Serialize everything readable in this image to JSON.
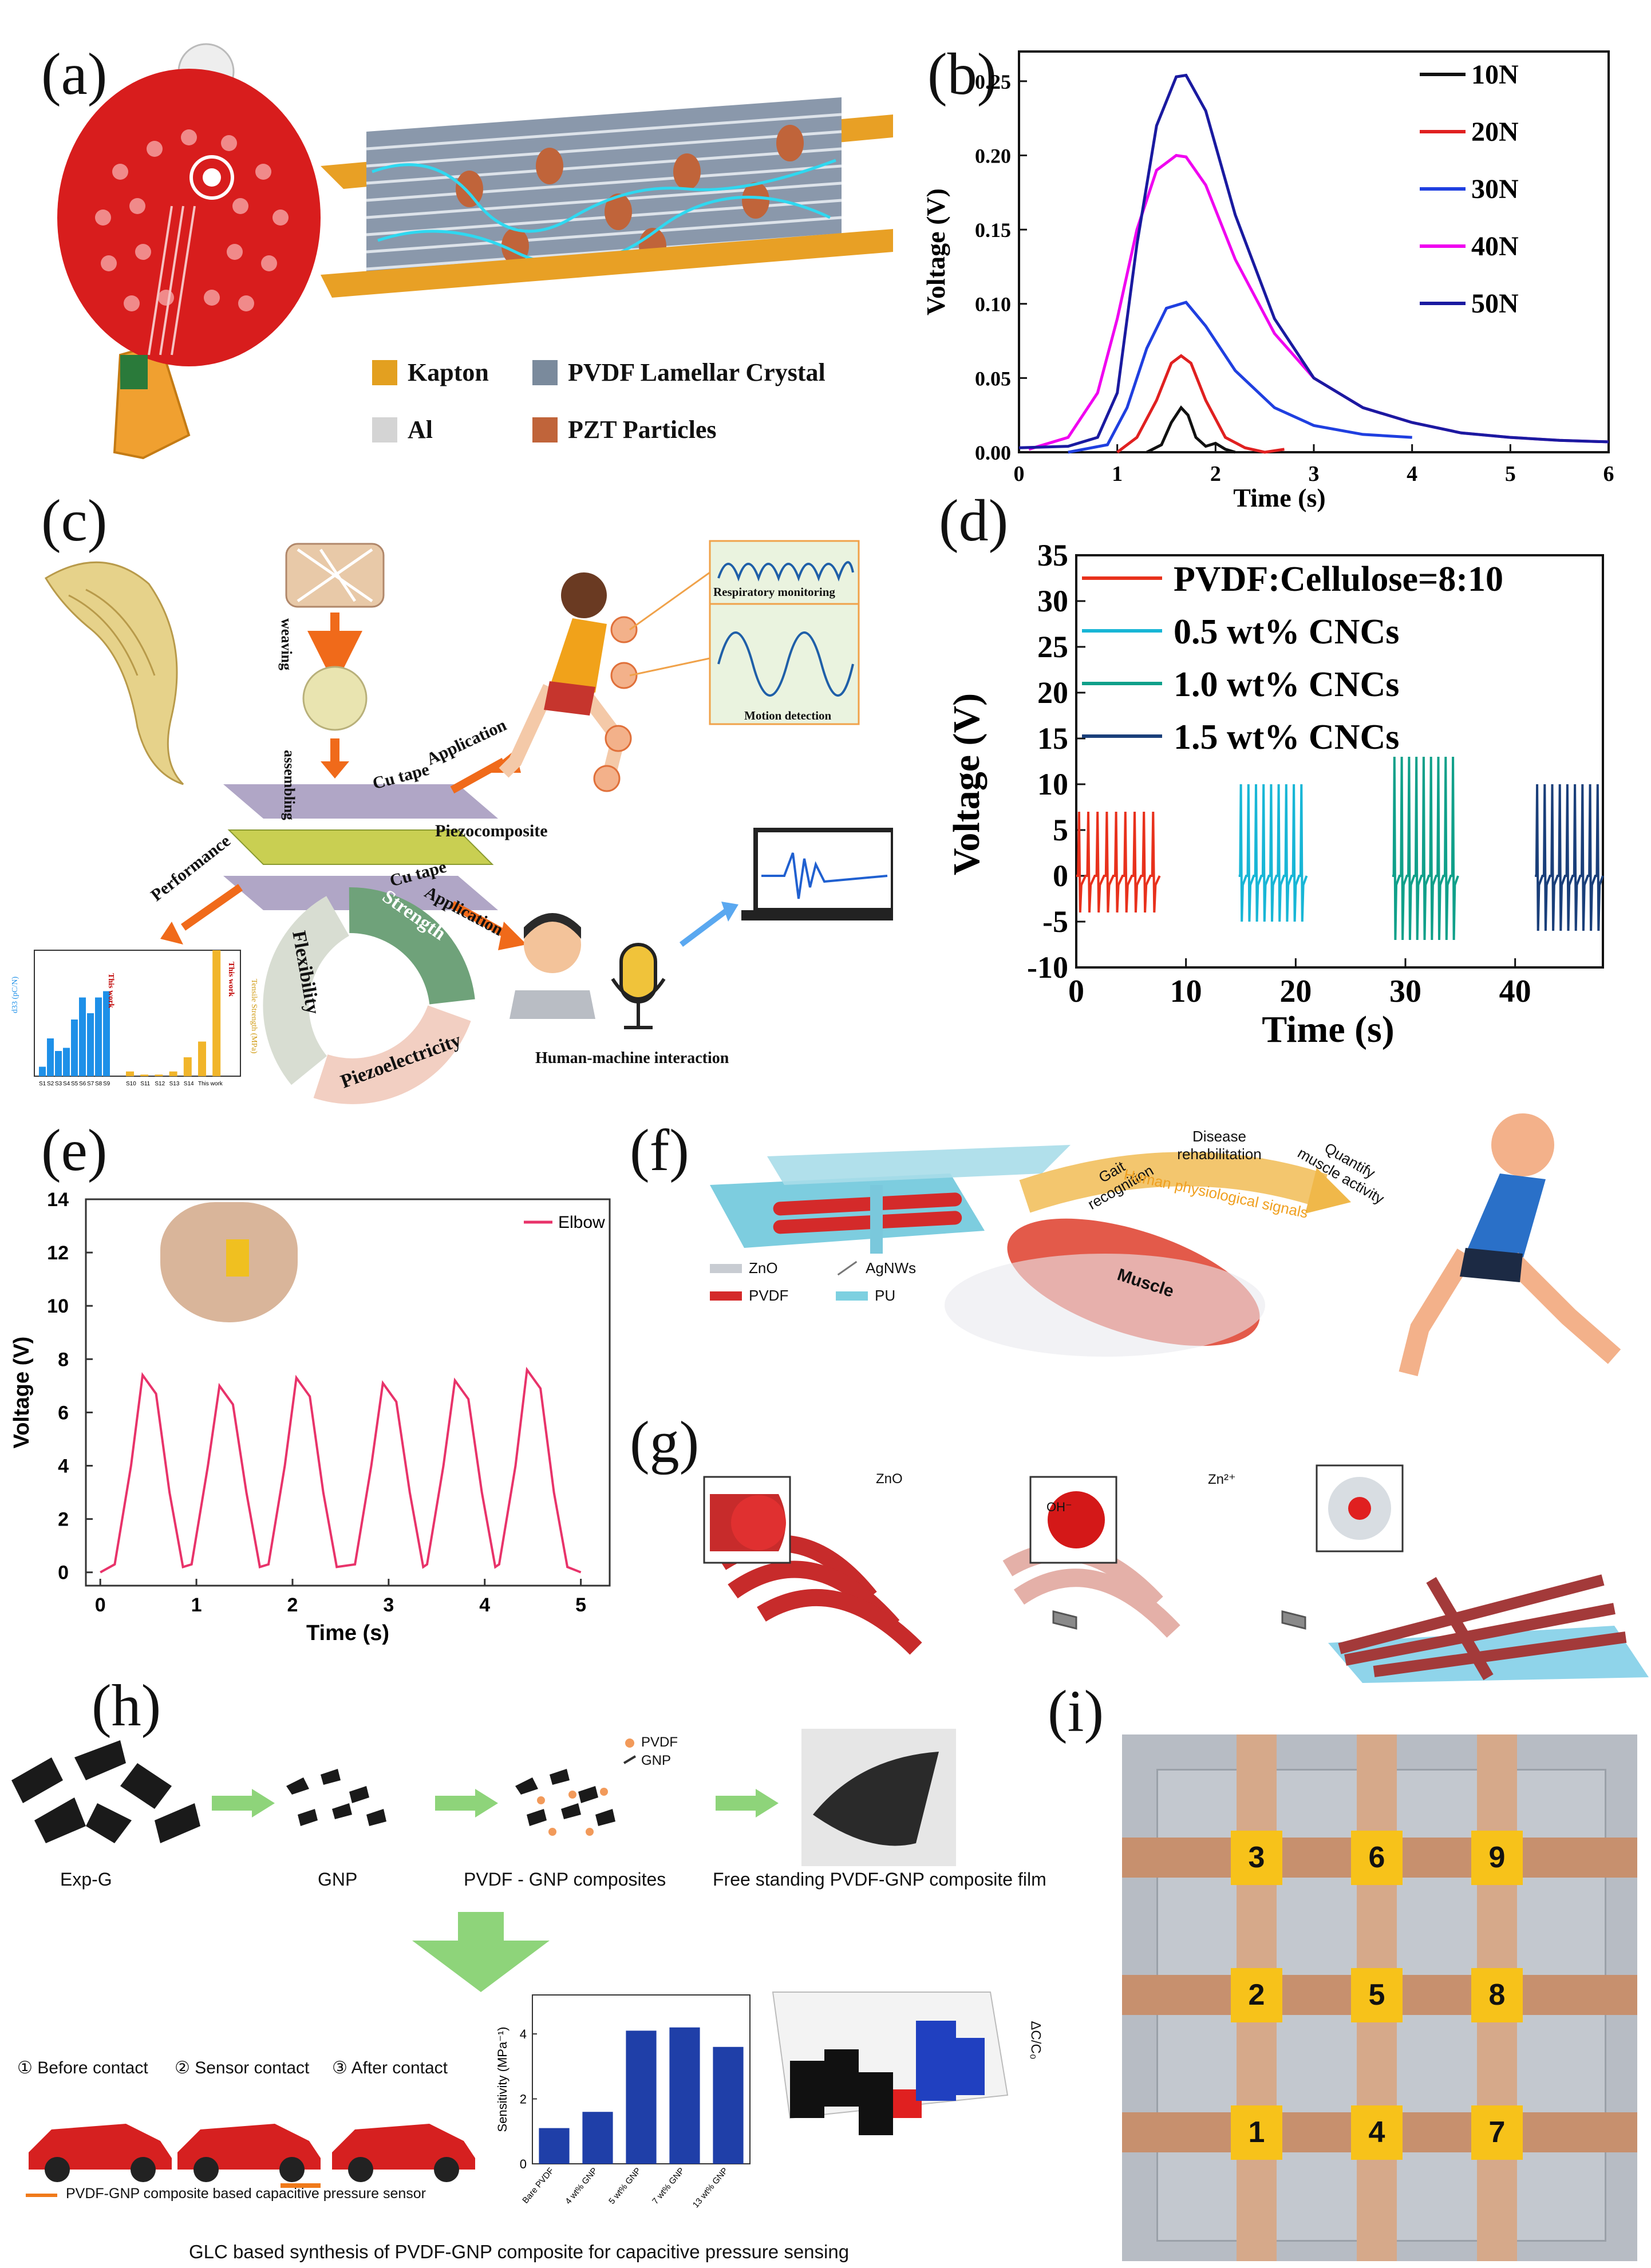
{
  "labels": {
    "a": "(a)",
    "b": "(b)",
    "c": "(c)",
    "d": "(d)",
    "e": "(e)",
    "f": "(f)",
    "g": "(g)",
    "h": "(h)",
    "i": "(i)"
  },
  "panel_a": {
    "legend": [
      {
        "name": "Kapton",
        "color": "#e3a020"
      },
      {
        "name": "PVDF Lamellar Crystal",
        "color": "#7a8a9c"
      },
      {
        "name": "Al",
        "color": "#d4d4d4"
      },
      {
        "name": "PZT Particles",
        "color": "#c0643a"
      }
    ]
  },
  "panel_c": {
    "labels": {
      "weaving": "weaving",
      "assembling": "assembling",
      "application_top": "Application",
      "application_bottom": "Application",
      "performance": "Performance",
      "cu_tape_top": "Cu tape",
      "cu_tape_bottom": "Cu tape",
      "piezocomposite": "Piezocomposite",
      "respiratory": "Respiratory monitoring",
      "motion": "Motion detection",
      "hmi": "Human-machine interaction",
      "strength": "Strength",
      "flexibility": "Flexibility",
      "piezoelectricity": "Piezoelectricity",
      "this_work_1": "This work",
      "this_work_2": "This work",
      "d33_axis": "d33 (pC/N)",
      "tensile_axis": "Tensile Strength (MPa)"
    }
  },
  "panel_f": {
    "legend": [
      {
        "name": "ZnO",
        "color": "#c8ccd2"
      },
      {
        "name": "AgNWs",
        "color": "#777777"
      },
      {
        "name": "PVDF",
        "color": "#d42a2a"
      },
      {
        "name": "PU",
        "color": "#7dd0e0"
      }
    ],
    "labels": {
      "gait": "Gait recognition",
      "disease": "Disease rehabilitation",
      "quantify": "Quantify muscle activity",
      "signals": "Human physiological signals",
      "muscle": "Muscle"
    }
  },
  "panel_g": {
    "labels": {
      "zno": "ZnO",
      "zn2": "Zn²⁺",
      "oh": "OH⁻"
    }
  },
  "panel_h": {
    "steps": [
      "Exp-G",
      "GNP",
      "PVDF - GNP composites",
      "Free standing PVDF-GNP composite film"
    ],
    "legend": [
      {
        "name": "PVDF",
        "color": "#f29a5a"
      },
      {
        "name": "GNP",
        "color": "#222222"
      }
    ],
    "car_steps": [
      "① Before contact",
      "② Sensor contact",
      "③ After contact"
    ],
    "sensor_note": "PVDF-GNP composite based capacitive pressure sensor",
    "caption": "GLC based synthesis of PVDF-GNP composite for capacitive pressure sensing",
    "y3d_label": "ΔC/C₀"
  },
  "panel_i": {
    "cells": [
      "3",
      "6",
      "9",
      "2",
      "5",
      "8",
      "1",
      "4",
      "7"
    ]
  },
  "chart_data": [
    {
      "id": "b",
      "type": "line",
      "xlabel": "Time (s)",
      "ylabel": "Voltage (V)",
      "xlim": [
        0,
        6
      ],
      "ylim": [
        0,
        0.27
      ],
      "xticks": [
        0,
        1,
        2,
        3,
        4,
        5,
        6
      ],
      "yticks": [
        0.0,
        0.05,
        0.1,
        0.15,
        0.2,
        0.25
      ],
      "legend_position": "top-right",
      "series": [
        {
          "name": "10N",
          "color": "#111111",
          "x": [
            1.3,
            1.45,
            1.55,
            1.65,
            1.72,
            1.8,
            1.9,
            2.0,
            2.1,
            2.2
          ],
          "y": [
            0.0,
            0.005,
            0.02,
            0.03,
            0.025,
            0.01,
            0.004,
            0.006,
            0.002,
            0.0
          ]
        },
        {
          "name": "20N",
          "color": "#e02020",
          "x": [
            1.0,
            1.2,
            1.4,
            1.55,
            1.65,
            1.75,
            1.9,
            2.1,
            2.3,
            2.5,
            2.7
          ],
          "y": [
            0.0,
            0.01,
            0.035,
            0.06,
            0.065,
            0.06,
            0.035,
            0.01,
            0.003,
            0.0,
            0.002
          ]
        },
        {
          "name": "30N",
          "color": "#1f3fe0",
          "x": [
            0.5,
            0.9,
            1.1,
            1.3,
            1.5,
            1.7,
            1.9,
            2.2,
            2.6,
            3.0,
            3.5,
            4.0
          ],
          "y": [
            0.0,
            0.005,
            0.03,
            0.07,
            0.097,
            0.101,
            0.085,
            0.055,
            0.03,
            0.018,
            0.012,
            0.01
          ]
        },
        {
          "name": "40N",
          "color": "#f000f0",
          "x": [
            0.1,
            0.5,
            0.8,
            1.0,
            1.2,
            1.4,
            1.6,
            1.7,
            1.9,
            2.2,
            2.6,
            3.0,
            3.5,
            4.0,
            4.5,
            5.0,
            5.5,
            6.0
          ],
          "y": [
            0.002,
            0.01,
            0.04,
            0.09,
            0.15,
            0.19,
            0.2,
            0.199,
            0.18,
            0.13,
            0.08,
            0.05,
            0.03,
            0.02,
            0.013,
            0.01,
            0.008,
            0.007
          ]
        },
        {
          "name": "50N",
          "color": "#1a1aa0",
          "x": [
            0.0,
            0.5,
            0.8,
            1.0,
            1.2,
            1.4,
            1.6,
            1.7,
            1.9,
            2.2,
            2.6,
            3.0,
            3.5,
            4.0,
            4.5,
            5.0,
            5.5,
            6.0
          ],
          "y": [
            0.003,
            0.004,
            0.01,
            0.04,
            0.14,
            0.22,
            0.253,
            0.254,
            0.23,
            0.16,
            0.09,
            0.05,
            0.03,
            0.02,
            0.013,
            0.01,
            0.008,
            0.007
          ]
        }
      ]
    },
    {
      "id": "d",
      "type": "line",
      "xlabel": "Time (s)",
      "ylabel": "Voltage (V)",
      "xlim": [
        0,
        48
      ],
      "ylim": [
        -10,
        35
      ],
      "xticks": [
        0,
        10,
        20,
        30,
        40
      ],
      "yticks": [
        -10,
        -5,
        0,
        5,
        10,
        15,
        20,
        25,
        30,
        35
      ],
      "legend_position": "top-left",
      "series": [
        {
          "name": "PVDF:Cellulose=8:10",
          "color": "#e8311c",
          "start": 0,
          "end": 7.6,
          "pulses": 9,
          "high": 7,
          "low": -4
        },
        {
          "name": "0.5 wt% CNCs",
          "color": "#18b6d6",
          "start": 14.8,
          "end": 21.0,
          "pulses": 9,
          "high": 10,
          "low": -5
        },
        {
          "name": "1.0 wt% CNCs",
          "color": "#10a08a",
          "start": 28.8,
          "end": 34.8,
          "pulses": 9,
          "high": 13,
          "low": -7
        },
        {
          "name": "1.5 wt% CNCs",
          "color": "#1a3f7a",
          "start": 41.8,
          "end": 48.0,
          "pulses": 9,
          "high": 10,
          "low": -6
        }
      ]
    },
    {
      "id": "e",
      "type": "line",
      "xlabel": "Time (s)",
      "ylabel": "Voltage (V)",
      "xlim": [
        -0.15,
        5.3
      ],
      "ylim": [
        -0.5,
        14
      ],
      "xticks": [
        0,
        1,
        2,
        3,
        4,
        5
      ],
      "yticks": [
        0,
        2,
        4,
        6,
        8,
        10,
        12,
        14
      ],
      "legend_position": "top-right",
      "series": [
        {
          "name": "Elbow",
          "color": "#e8336a",
          "period": 0.8,
          "peaks": [
            0.5,
            1.3,
            2.1,
            3.0,
            3.75,
            4.5
          ],
          "peak_values": [
            7.4,
            7.0,
            7.3,
            7.1,
            7.2,
            7.6
          ]
        }
      ]
    },
    {
      "id": "c_bar",
      "type": "bar",
      "categories": [
        "S1",
        "S2",
        "S3",
        "S4",
        "S5",
        "S6",
        "S7",
        "S8",
        "S9",
        "S10",
        "S11",
        "S12",
        "S13",
        "S14",
        "This work"
      ],
      "series": [
        {
          "name": "d33",
          "color": "#1e90e8",
          "values": [
            3,
            12,
            8,
            9,
            18,
            25,
            20,
            25,
            27
          ]
        },
        {
          "name": "Tensile Strength",
          "color": "#f1b52a",
          "values": [
            3,
            1,
            1,
            3,
            12,
            22,
            80
          ]
        }
      ],
      "ylim": [
        0,
        40
      ]
    },
    {
      "id": "h_bar",
      "type": "bar",
      "ylabel": "Sensitivity (MPa⁻¹)",
      "categories": [
        "Bare PVDF",
        "4 wt% GNP",
        "5 wt% GNP",
        "7 wt% GNP",
        "13 wt% GNP"
      ],
      "values": [
        1.1,
        1.6,
        4.1,
        4.2,
        3.6
      ],
      "ylim": [
        0,
        5.2
      ],
      "yticks": [
        0,
        2,
        4
      ],
      "color": "#1f3fa8"
    }
  ]
}
